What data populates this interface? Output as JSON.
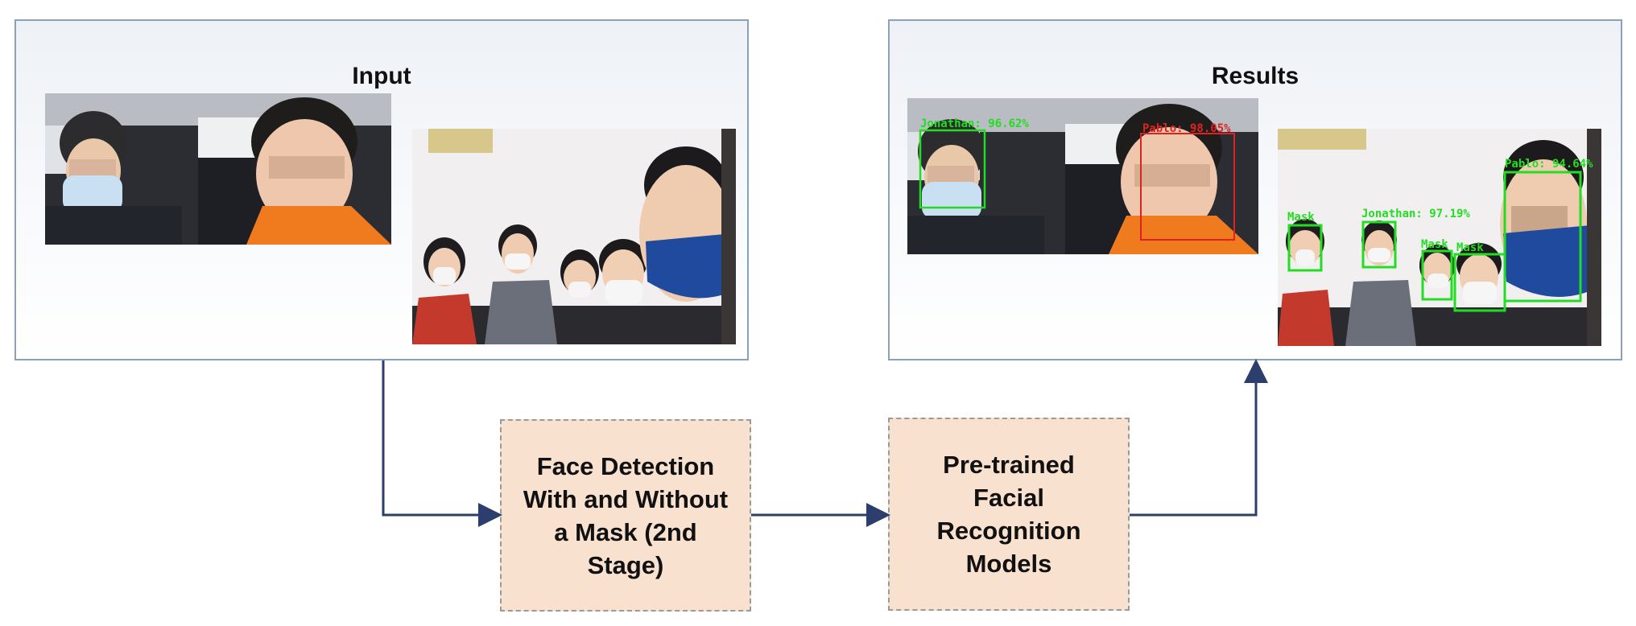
{
  "input_panel": {
    "title": "Input"
  },
  "results_panel": {
    "title": "Results",
    "detections": {
      "car_jonathan": "Jonathan: 96.62%",
      "car_pablo": "Pablo: 98.05%",
      "group_mask_1": "Mask",
      "group_jonathan": "Jonathan: 97.19%",
      "group_mask_2": "Mask",
      "group_mask_3": "Mask",
      "group_pablo": "Pablo: 94.64%"
    }
  },
  "stages": {
    "stage1": [
      "Face Detection",
      "With and Without",
      "a Mask (2nd",
      "Stage)"
    ],
    "stage2": [
      "Pre-trained",
      "Facial",
      "Recognition",
      "Models"
    ]
  },
  "colors": {
    "arrow": "#2c3e6b",
    "stage_fill": "#f8e1cf",
    "panel_border": "#8aa0bb",
    "detection_box": "#22dd22",
    "detection_highlight": "#dd2222"
  }
}
